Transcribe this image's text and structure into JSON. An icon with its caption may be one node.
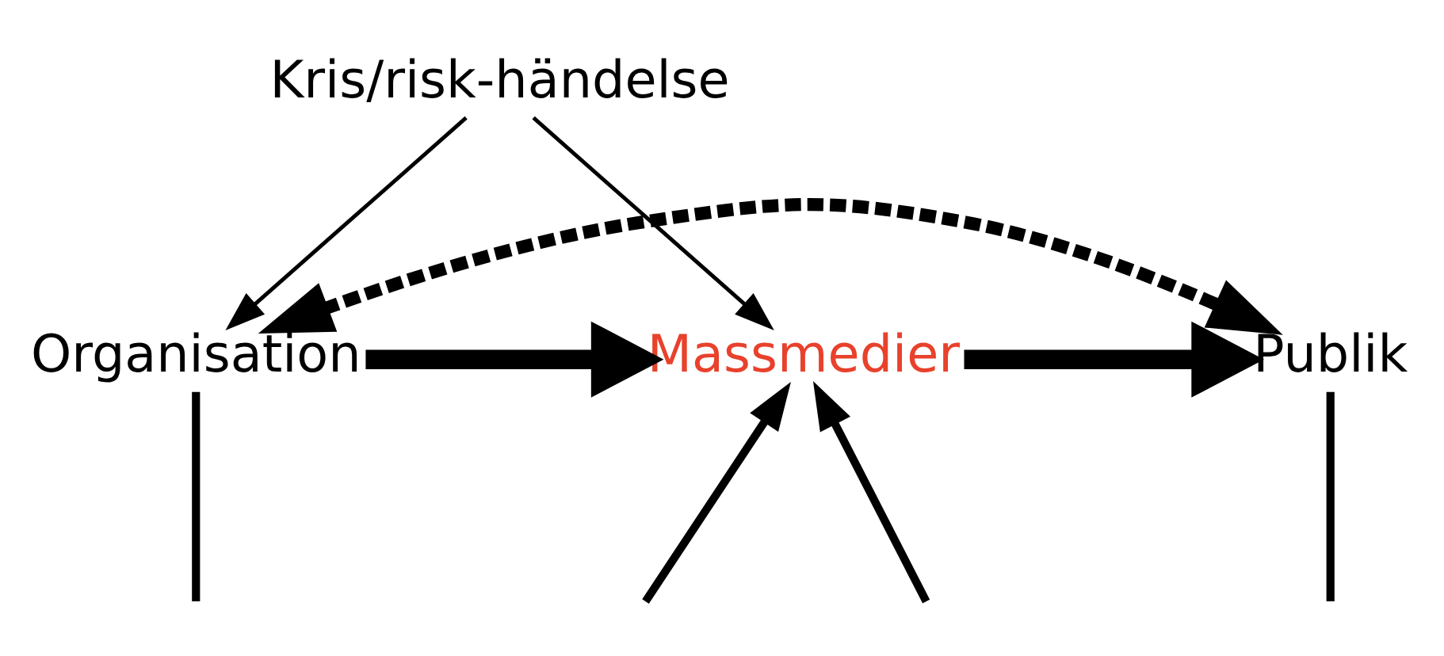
{
  "diagram": {
    "nodes": [
      {
        "text": [
          "Kris/risk-händelse"
        ]
      },
      {
        "text": [
          "Organisation"
        ]
      },
      {
        "text": [
          "Massmedier"
        ]
      },
      {
        "text": [
          "Publik"
        ]
      }
    ],
    "edges": [
      {
        "from": 1,
        "to": 3,
        "arrow": "both",
        "style": "dashed"
      },
      {
        "from": 0,
        "to": 1,
        "arrow": "to"
      },
      {
        "from": 0,
        "to": 2,
        "arrow": "to"
      },
      {
        "from": 1,
        "to": 2,
        "arrow": "to",
        "style": "thick"
      },
      {
        "from": 2,
        "to": 3,
        "arrow": "to",
        "style": "thick"
      },
      {
        "from": 1,
        "to": null,
        "arrow": "none"
      },
      {
        "from": null,
        "to": 2,
        "arrow": "to"
      },
      {
        "from": null,
        "to": 2,
        "arrow": "to"
      },
      {
        "from": 3,
        "to": null,
        "arrow": "none"
      }
    ]
  }
}
